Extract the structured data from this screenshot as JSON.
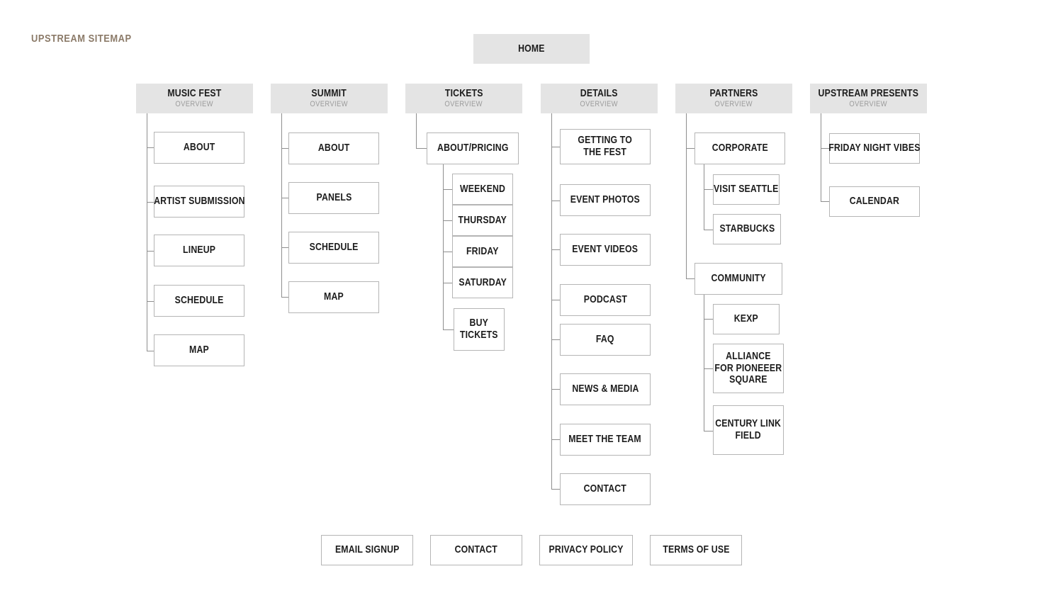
{
  "page": {
    "title": "UPSTREAM SITEMAP",
    "title_color": "#8b7a68",
    "background": "#ffffff",
    "header_fill": "#e4e4e4",
    "node_border": "#b5b5b5",
    "connector_color": "#8e8e8e",
    "subtitle_color": "#9b9b9b"
  },
  "root": {
    "label": "HOME"
  },
  "sections": [
    {
      "id": "music-fest",
      "title": "MUSIC FEST",
      "subtitle": "OVERVIEW",
      "children": [
        {
          "label": "ABOUT"
        },
        {
          "label": "ARTIST SUBMISSION"
        },
        {
          "label": "LINEUP"
        },
        {
          "label": "SCHEDULE"
        },
        {
          "label": "MAP"
        }
      ]
    },
    {
      "id": "summit",
      "title": "SUMMIT",
      "subtitle": "OVERVIEW",
      "children": [
        {
          "label": "ABOUT"
        },
        {
          "label": "PANELS"
        },
        {
          "label": "SCHEDULE"
        },
        {
          "label": "MAP"
        }
      ]
    },
    {
      "id": "tickets",
      "title": "TICKETS",
      "subtitle": "OVERVIEW",
      "children": [
        {
          "label": "ABOUT/PRICING",
          "children": [
            {
              "label": "WEEKEND"
            },
            {
              "label": "THURSDAY"
            },
            {
              "label": "FRIDAY"
            },
            {
              "label": "SATURDAY"
            },
            {
              "label": "BUY\nTICKETS"
            }
          ]
        }
      ]
    },
    {
      "id": "details",
      "title": "DETAILS",
      "subtitle": "OVERVIEW",
      "children": [
        {
          "label": "GETTING TO\nTHE FEST"
        },
        {
          "label": "EVENT PHOTOS"
        },
        {
          "label": "EVENT VIDEOS"
        },
        {
          "label": "PODCAST"
        },
        {
          "label": "FAQ"
        },
        {
          "label": "NEWS & MEDIA"
        },
        {
          "label": "MEET THE TEAM"
        },
        {
          "label": "CONTACT"
        }
      ]
    },
    {
      "id": "partners",
      "title": "PARTNERS",
      "subtitle": "OVERVIEW",
      "children": [
        {
          "label": "CORPORATE",
          "children": [
            {
              "label": "VISIT SEATTLE"
            },
            {
              "label": "STARBUCKS"
            }
          ]
        },
        {
          "label": "COMMUNITY",
          "children": [
            {
              "label": "KEXP"
            },
            {
              "label": "ALLIANCE\nFOR PIONEEER\nSQUARE"
            },
            {
              "label": "CENTURY LINK\nFIELD"
            }
          ]
        }
      ]
    },
    {
      "id": "upstream-presents",
      "title": "UPSTREAM PRESENTS",
      "subtitle": "OVERVIEW",
      "children": [
        {
          "label": "FRIDAY NIGHT VIBES"
        },
        {
          "label": "CALENDAR"
        }
      ]
    }
  ],
  "footer": {
    "items": [
      {
        "label": "EMAIL SIGNUP"
      },
      {
        "label": "CONTACT"
      },
      {
        "label": "PRIVACY POLICY"
      },
      {
        "label": "TERMS OF USE"
      }
    ]
  }
}
